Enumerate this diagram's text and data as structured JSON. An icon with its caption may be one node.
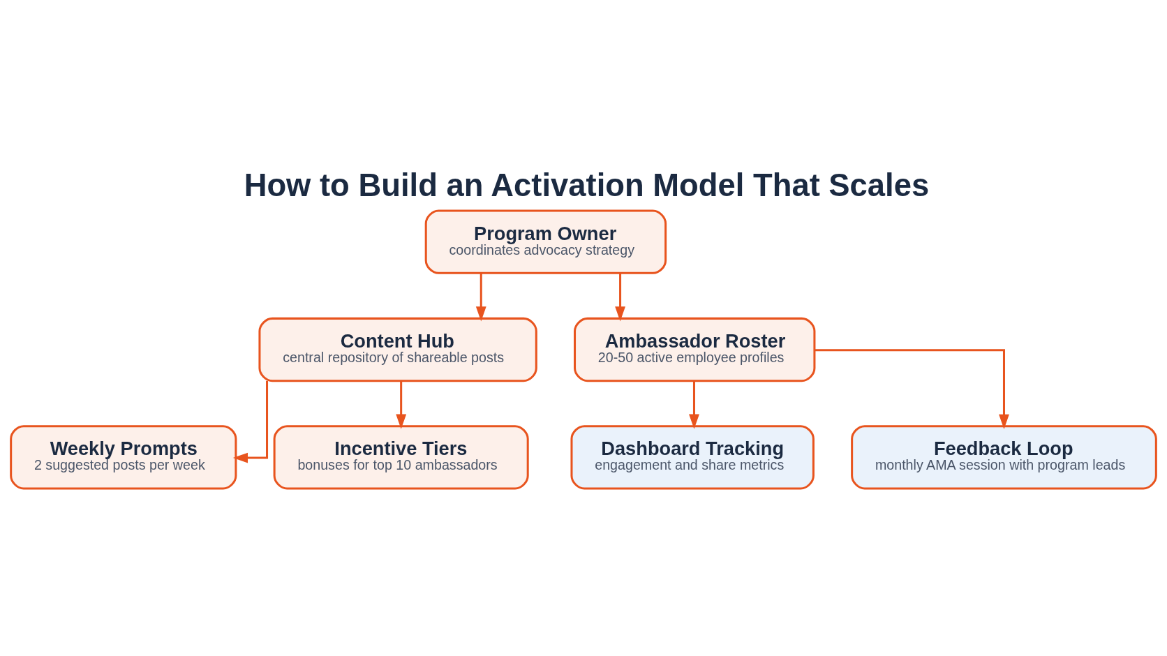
{
  "diagram": {
    "title": "How to Build an Activation Model That Scales",
    "nodes": [
      {
        "text": [
          "Program Owner",
          "coordinates advocacy strategy"
        ]
      },
      {
        "text": [
          "Content Hub",
          "central repository of shareable posts"
        ]
      },
      {
        "text": [
          "Ambassador Roster",
          "20-50 active employee profiles"
        ]
      },
      {
        "text": [
          "Weekly Prompts",
          "2 suggested posts per week"
        ]
      },
      {
        "text": [
          "Incentive Tiers",
          "bonuses for top 10 ambassadors"
        ]
      },
      {
        "text": [
          "Dashboard Tracking",
          "engagement and share metrics"
        ]
      },
      {
        "text": [
          "Feedback Loop",
          "monthly AMA session with program leads"
        ]
      }
    ],
    "edges": [
      {
        "from": 0,
        "to": 1,
        "arrow": "to"
      },
      {
        "from": 0,
        "to": 2,
        "arrow": "to"
      },
      {
        "from": 1,
        "to": 3,
        "arrow": "to"
      },
      {
        "from": 1,
        "to": 4,
        "arrow": "to"
      },
      {
        "from": 2,
        "to": 5,
        "arrow": "to"
      },
      {
        "from": 2,
        "to": 6,
        "arrow": "to"
      }
    ]
  }
}
